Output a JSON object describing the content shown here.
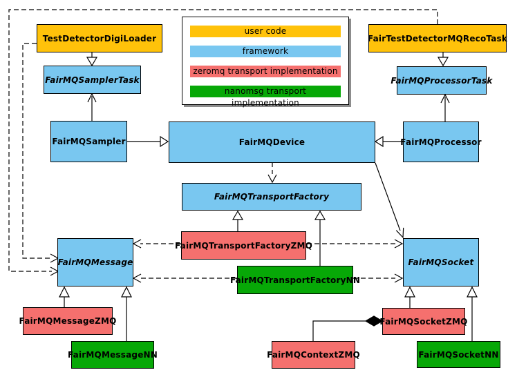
{
  "colors": {
    "user": "#FFC20A",
    "framework": "#79C7F0",
    "zeromq": "#F5706E",
    "nanomsg": "#07A807",
    "border": "#000000",
    "legend_shadow": "#8C8C8C"
  },
  "legend": {
    "items": [
      {
        "id": "user",
        "label": "user code"
      },
      {
        "id": "framework",
        "label": "framework"
      },
      {
        "id": "zeromq",
        "label": "zeromq transport implementation"
      },
      {
        "id": "nanomsg",
        "label": "nanomsg transport implementation"
      }
    ]
  },
  "nodes": {
    "testDetectorDigiLoader": {
      "label": "TestDetectorDigiLoader",
      "category": "user",
      "abstract": false
    },
    "fairTestDetectorMQRecoTask": {
      "label": "FairTestDetectorMQRecoTask",
      "category": "user",
      "abstract": false
    },
    "fairMQSamplerTask": {
      "label": "FairMQSamplerTask",
      "category": "framework",
      "abstract": true
    },
    "fairMQProcessorTask": {
      "label": "FairMQProcessorTask",
      "category": "framework",
      "abstract": true
    },
    "fairMQSampler": {
      "label": "FairMQSampler",
      "category": "framework",
      "abstract": false
    },
    "fairMQDevice": {
      "label": "FairMQDevice",
      "category": "framework",
      "abstract": false
    },
    "fairMQProcessor": {
      "label": "FairMQProcessor",
      "category": "framework",
      "abstract": false
    },
    "fairMQTransportFactory": {
      "label": "FairMQTransportFactory",
      "category": "framework",
      "abstract": true
    },
    "fairMQTransportFactoryZMQ": {
      "label": "FairMQTransportFactoryZMQ",
      "category": "zeromq",
      "abstract": false
    },
    "fairMQTransportFactoryNN": {
      "label": "FairMQTransportFactoryNN",
      "category": "nanomsg",
      "abstract": false
    },
    "fairMQMessage": {
      "label": "FairMQMessage",
      "category": "framework",
      "abstract": true
    },
    "fairMQSocket": {
      "label": "FairMQSocket",
      "category": "framework",
      "abstract": true
    },
    "fairMQMessageZMQ": {
      "label": "FairMQMessageZMQ",
      "category": "zeromq",
      "abstract": false
    },
    "fairMQMessageNN": {
      "label": "FairMQMessageNN",
      "category": "nanomsg",
      "abstract": false
    },
    "fairMQSocketZMQ": {
      "label": "FairMQSocketZMQ",
      "category": "zeromq",
      "abstract": false
    },
    "fairMQContextZMQ": {
      "label": "FairMQContextZMQ",
      "category": "zeromq",
      "abstract": false
    },
    "fairMQSocketNN": {
      "label": "FairMQSocketNN",
      "category": "nanomsg",
      "abstract": false
    }
  },
  "edges": [
    {
      "from": "TestDetectorDigiLoader",
      "to": "FairMQSamplerTask",
      "relation": "inheritance",
      "style": "solid-hollow-triangle"
    },
    {
      "from": "FairTestDetectorMQRecoTask",
      "to": "FairMQProcessorTask",
      "relation": "inheritance",
      "style": "solid-hollow-triangle"
    },
    {
      "from": "FairMQSampler",
      "to": "FairMQSamplerTask",
      "relation": "association",
      "style": "solid-open-arrow"
    },
    {
      "from": "FairMQProcessor",
      "to": "FairMQProcessorTask",
      "relation": "association",
      "style": "solid-open-arrow"
    },
    {
      "from": "FairMQSampler",
      "to": "FairMQDevice",
      "relation": "inheritance",
      "style": "solid-hollow-triangle"
    },
    {
      "from": "FairMQProcessor",
      "to": "FairMQDevice",
      "relation": "inheritance",
      "style": "solid-hollow-triangle"
    },
    {
      "from": "FairMQDevice",
      "to": "FairMQTransportFactory",
      "relation": "dependency",
      "style": "dashed-open-arrow"
    },
    {
      "from": "FairMQDevice",
      "to": "FairMQSocket",
      "relation": "association",
      "style": "solid-open-arrow"
    },
    {
      "from": "TestDetectorDigiLoader",
      "to": "FairMQMessage",
      "relation": "dependency",
      "style": "dashed-open-arrow"
    },
    {
      "from": "FairTestDetectorMQRecoTask",
      "to": "FairMQMessage",
      "relation": "dependency",
      "style": "dashed-open-arrow"
    },
    {
      "from": "FairMQTransportFactoryZMQ",
      "to": "FairMQTransportFactory",
      "relation": "inheritance",
      "style": "solid-hollow-triangle"
    },
    {
      "from": "FairMQTransportFactoryNN",
      "to": "FairMQTransportFactory",
      "relation": "inheritance",
      "style": "solid-hollow-triangle"
    },
    {
      "from": "FairMQTransportFactoryZMQ",
      "to": "FairMQMessage",
      "relation": "dependency",
      "style": "dashed-open-arrow"
    },
    {
      "from": "FairMQTransportFactoryZMQ",
      "to": "FairMQSocket",
      "relation": "dependency",
      "style": "dashed-open-arrow"
    },
    {
      "from": "FairMQTransportFactoryNN",
      "to": "FairMQMessage",
      "relation": "dependency",
      "style": "dashed-open-arrow"
    },
    {
      "from": "FairMQTransportFactoryNN",
      "to": "FairMQSocket",
      "relation": "dependency",
      "style": "dashed-open-arrow"
    },
    {
      "from": "FairMQMessageZMQ",
      "to": "FairMQMessage",
      "relation": "inheritance",
      "style": "solid-hollow-triangle"
    },
    {
      "from": "FairMQMessageNN",
      "to": "FairMQMessage",
      "relation": "inheritance",
      "style": "solid-hollow-triangle"
    },
    {
      "from": "FairMQSocketZMQ",
      "to": "FairMQSocket",
      "relation": "inheritance",
      "style": "solid-hollow-triangle"
    },
    {
      "from": "FairMQSocketNN",
      "to": "FairMQSocket",
      "relation": "inheritance",
      "style": "solid-hollow-triangle"
    },
    {
      "from": "FairMQSocketZMQ",
      "to": "FairMQContextZMQ",
      "relation": "composition",
      "style": "filled-diamond"
    }
  ]
}
